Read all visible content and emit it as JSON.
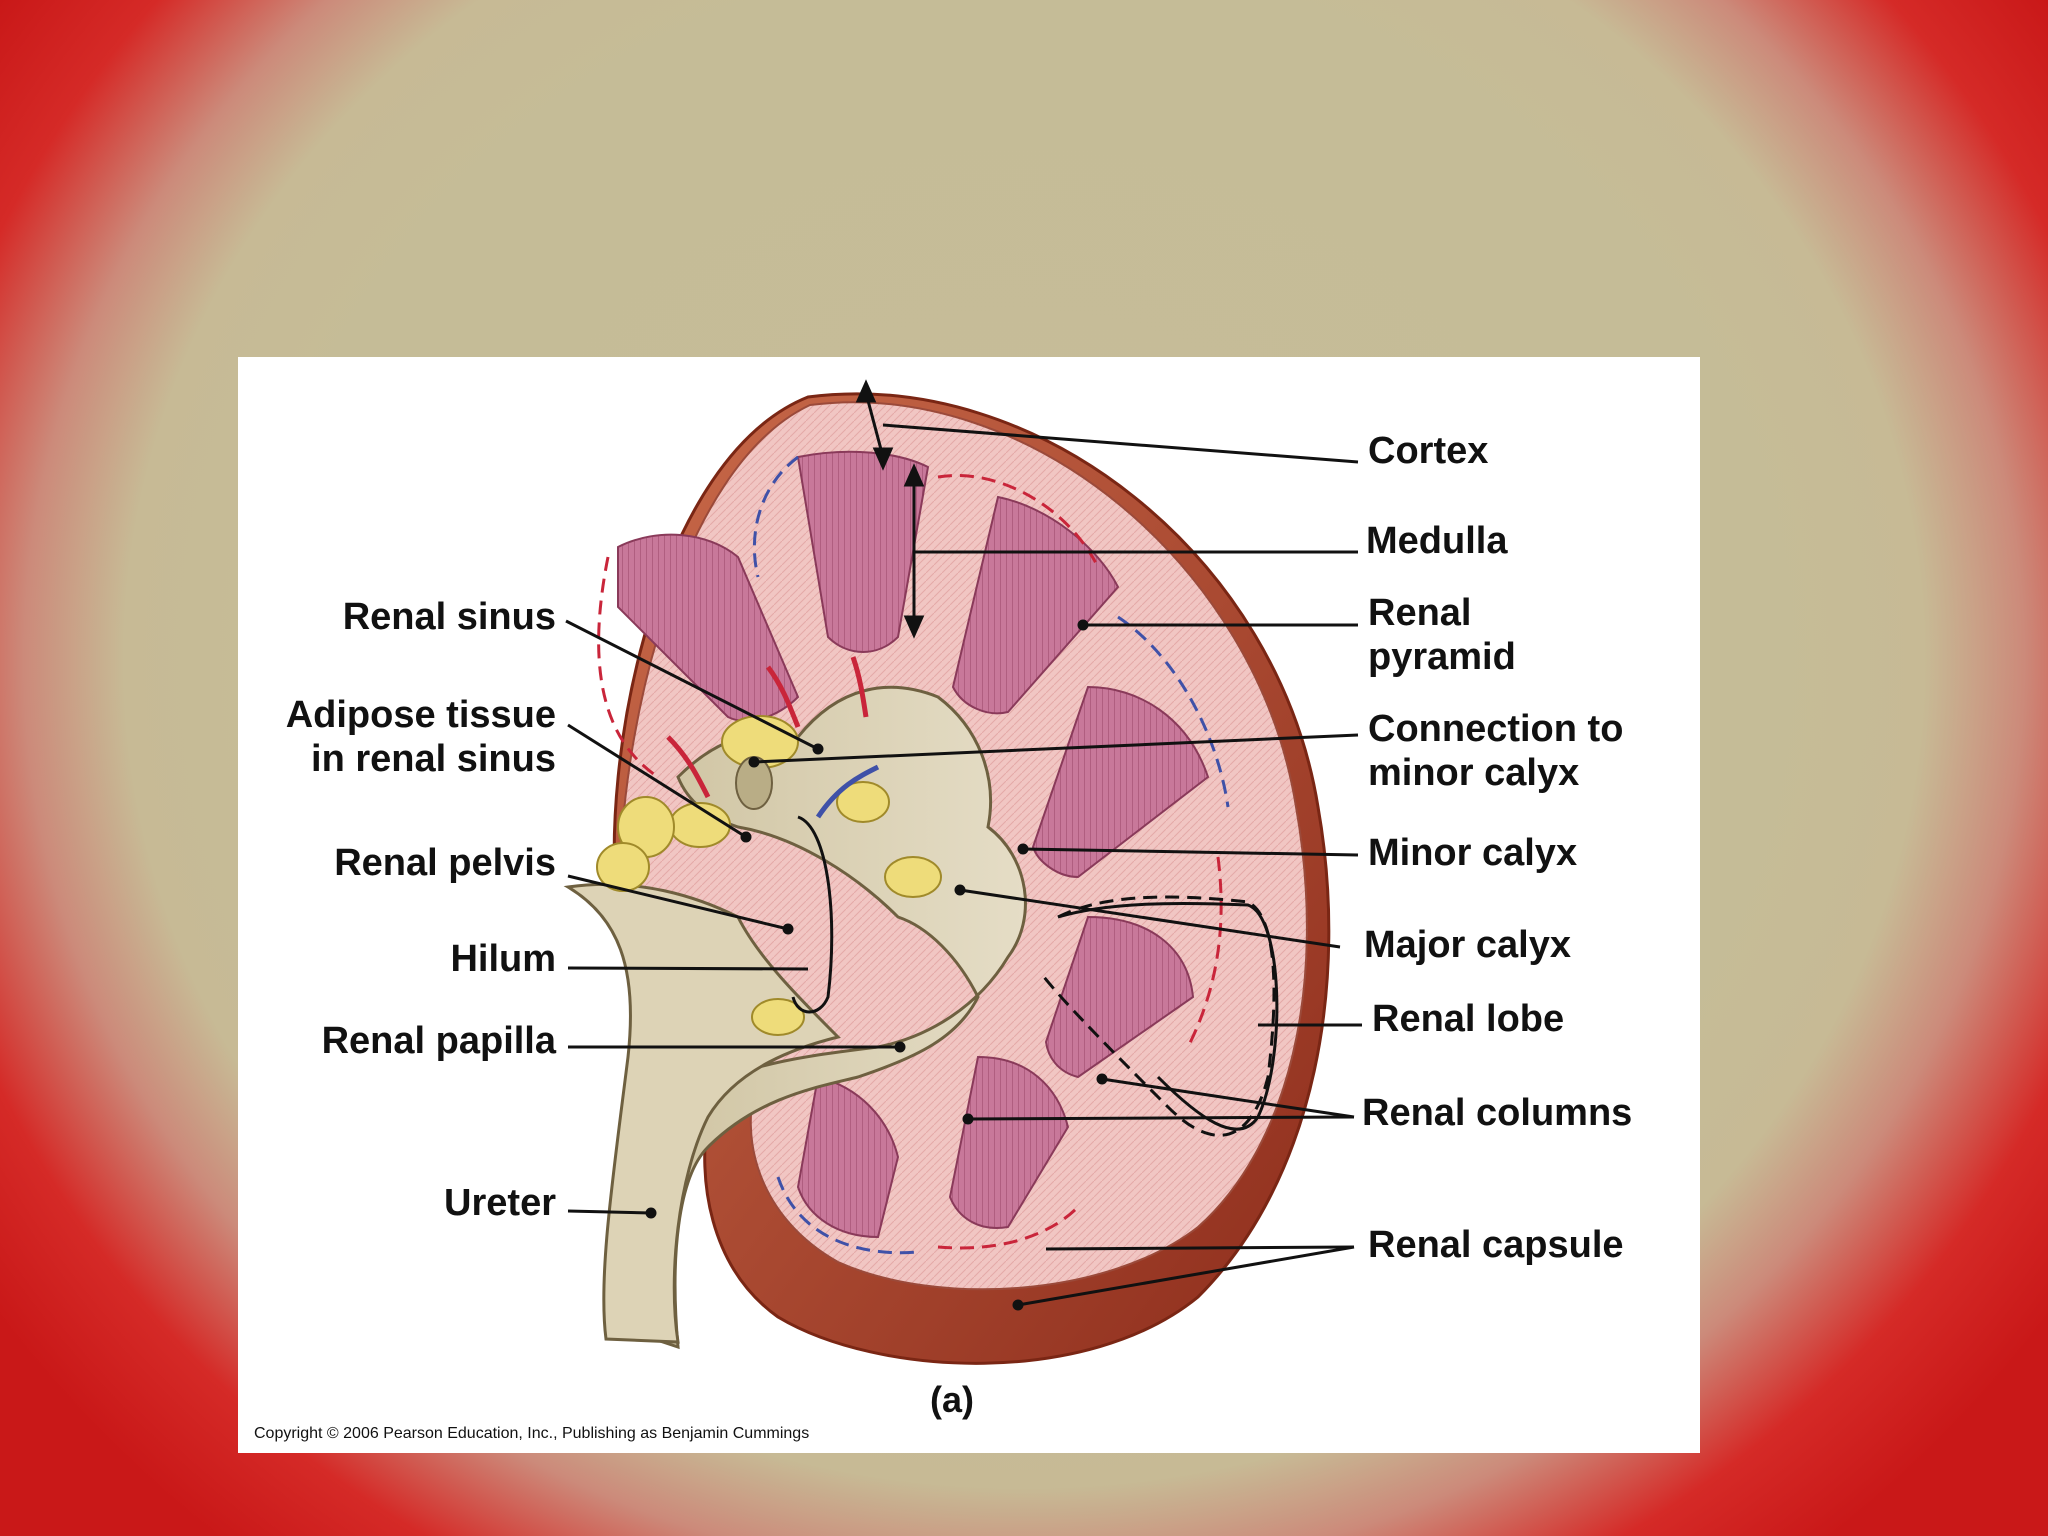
{
  "labels": {
    "cortex": "Cortex",
    "medulla": "Medulla",
    "renal_pyramid": "Renal\npyramid",
    "connection_to_minor_calyx": "Connection to\nminor calyx",
    "minor_calyx": "Minor calyx",
    "major_calyx": "Major calyx",
    "renal_lobe": "Renal lobe",
    "renal_columns": "Renal columns",
    "renal_capsule": "Renal capsule",
    "renal_sinus": "Renal sinus",
    "adipose_tissue": "Adipose tissue\nin renal sinus",
    "renal_pelvis": "Renal pelvis",
    "hilum": "Hilum",
    "renal_papilla": "Renal papilla",
    "ureter": "Ureter"
  },
  "panel_label": "(a)",
  "copyright": "Copyright © 2006 Pearson Education, Inc., Publishing as Benjamin Cummings",
  "colors": {
    "capsule": "#b04a30",
    "cortex": "#f0c3c0",
    "pyramid": "#c4708f",
    "sinus": "#dcd3b7",
    "fat": "#eedc7a",
    "vessel_red": "#c9253a",
    "vessel_blue": "#3f51a8"
  }
}
